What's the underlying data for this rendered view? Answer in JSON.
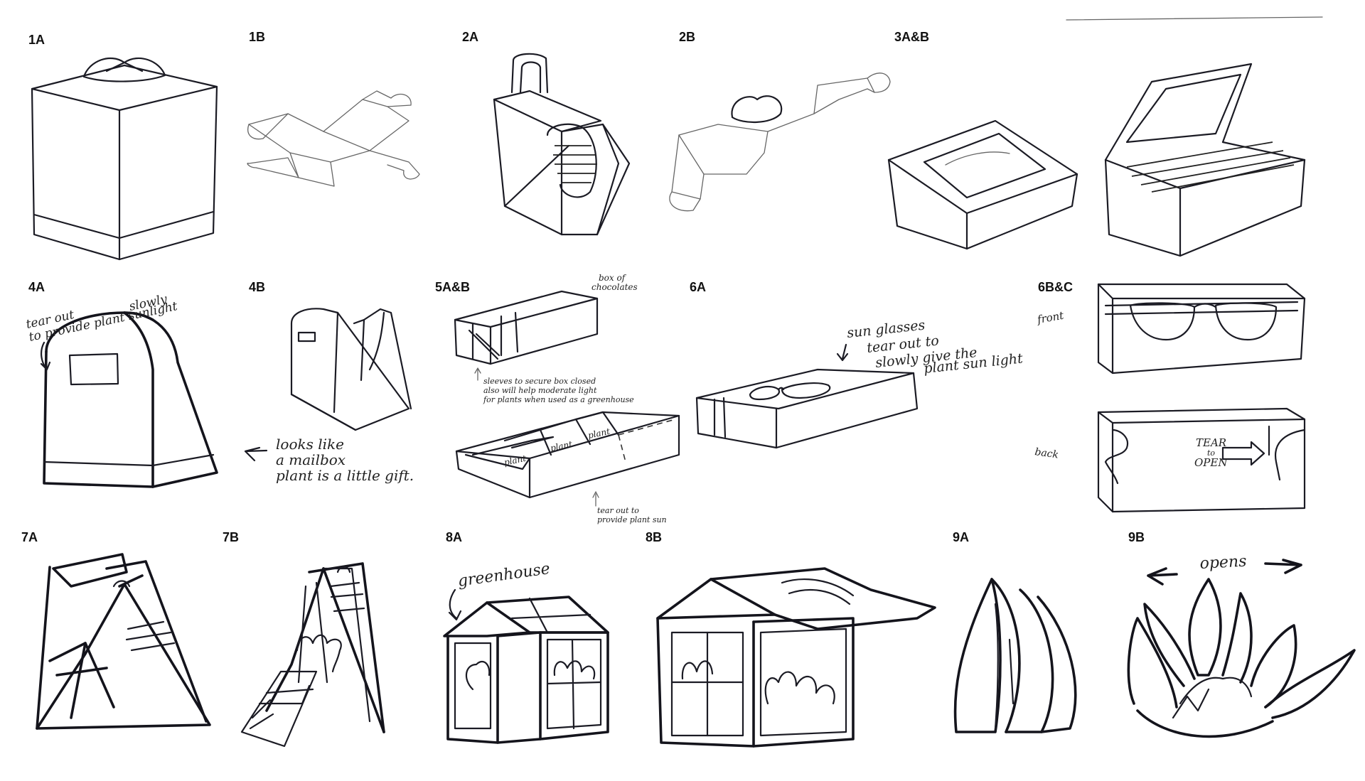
{
  "panels": [
    {
      "id": "1A",
      "label": "1A"
    },
    {
      "id": "1B",
      "label": "1B"
    },
    {
      "id": "2A",
      "label": "2A"
    },
    {
      "id": "2B",
      "label": "2B"
    },
    {
      "id": "3AB",
      "label": "3A&B"
    },
    {
      "id": "4A",
      "label": "4A"
    },
    {
      "id": "4B",
      "label": "4B"
    },
    {
      "id": "5AB",
      "label": "5A&B"
    },
    {
      "id": "6A",
      "label": "6A"
    },
    {
      "id": "6BC",
      "label": "6B&C"
    },
    {
      "id": "7A",
      "label": "7A"
    },
    {
      "id": "7B",
      "label": "7B"
    },
    {
      "id": "8A",
      "label": "8A"
    },
    {
      "id": "8B",
      "label": "8B"
    },
    {
      "id": "9A",
      "label": "9A"
    },
    {
      "id": "9B",
      "label": "9B"
    }
  ],
  "notes": {
    "n4a_1": "tear out",
    "n4a_2": "to provide plant sunlight",
    "n4a_3": "slowly",
    "n4a_4": "looks like",
    "n4a_5": "a mailbox",
    "n4a_6": "plant is a little gift.",
    "n5_box1": "box of",
    "n5_box2": "chocolates",
    "n5_sl1": "sleeves to secure box closed",
    "n5_sl2": "also will help moderate light",
    "n5_sl3": "for plants when used as a greenhouse",
    "n5_p1": "plant",
    "n5_p2": "plant",
    "n5_p3": "plant",
    "n5_t1": "tear out to",
    "n5_t2": "provide plant sun",
    "n6a_1": "sun glasses",
    "n6a_2": "tear out to",
    "n6a_3": "slowly give the",
    "n6a_4": "plant sun light",
    "n6_front": "front",
    "n6_back": "back",
    "n6_tear1": "TEAR",
    "n6_tear2": "to",
    "n6_tear3": "OPEN",
    "n8a": "greenhouse",
    "n9b": "opens"
  }
}
